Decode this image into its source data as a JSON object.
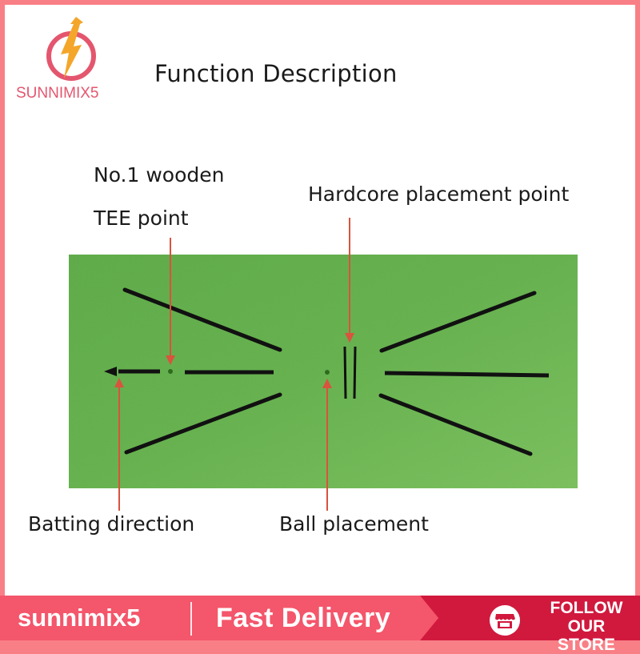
{
  "brand": {
    "logo_text": "SUNNIMIX5",
    "logo_icon": "lightning-power-icon",
    "colors": {
      "frame": "#f97f86",
      "logo_ring": "#e4566e",
      "logo_bolt": "#f4a62a",
      "footer_main": "#f4566b",
      "footer_dark": "#d1193e",
      "mat_green": "#5fae45",
      "arrow_red": "#d9533d"
    }
  },
  "diagram": {
    "title": "Function Description",
    "labels": {
      "tee_point_line1": "No.1 wooden",
      "tee_point_line2": "TEE point",
      "hardcore": "Hardcore placement point",
      "batting_direction": "Batting direction",
      "ball_placement": "Ball placement"
    }
  },
  "footer": {
    "brand": "sunnimix5",
    "tagline": "Fast Delivery",
    "follow_line1": "FOLLOW",
    "follow_line2": "OUR STORE",
    "follow_icon": "store-icon"
  }
}
